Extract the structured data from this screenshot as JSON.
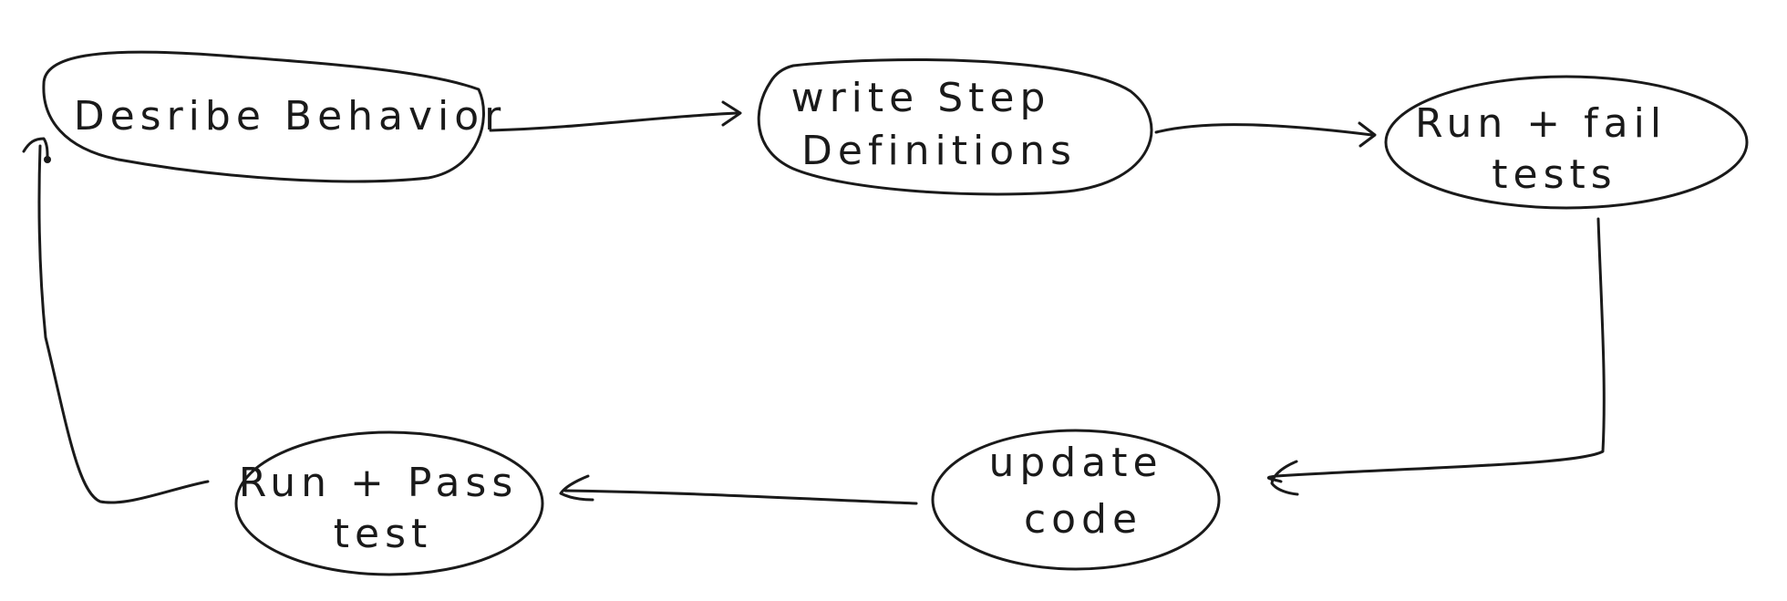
{
  "nodes": [
    {
      "id": "describe-behavior",
      "lines": [
        "Desribe  Behavior"
      ]
    },
    {
      "id": "write-step-definitions",
      "lines": [
        "write  Step",
        "Definitions"
      ]
    },
    {
      "id": "run-fail-tests",
      "lines": [
        "Run + fail",
        "tests"
      ]
    },
    {
      "id": "update-code",
      "lines": [
        "update",
        "code"
      ]
    },
    {
      "id": "run-pass-test",
      "lines": [
        "Run + Pass",
        "test"
      ]
    }
  ],
  "edges": [
    {
      "from": "describe-behavior",
      "to": "write-step-definitions"
    },
    {
      "from": "write-step-definitions",
      "to": "run-fail-tests"
    },
    {
      "from": "run-fail-tests",
      "to": "update-code"
    },
    {
      "from": "update-code",
      "to": "run-pass-test"
    },
    {
      "from": "run-pass-test",
      "to": "describe-behavior"
    }
  ]
}
